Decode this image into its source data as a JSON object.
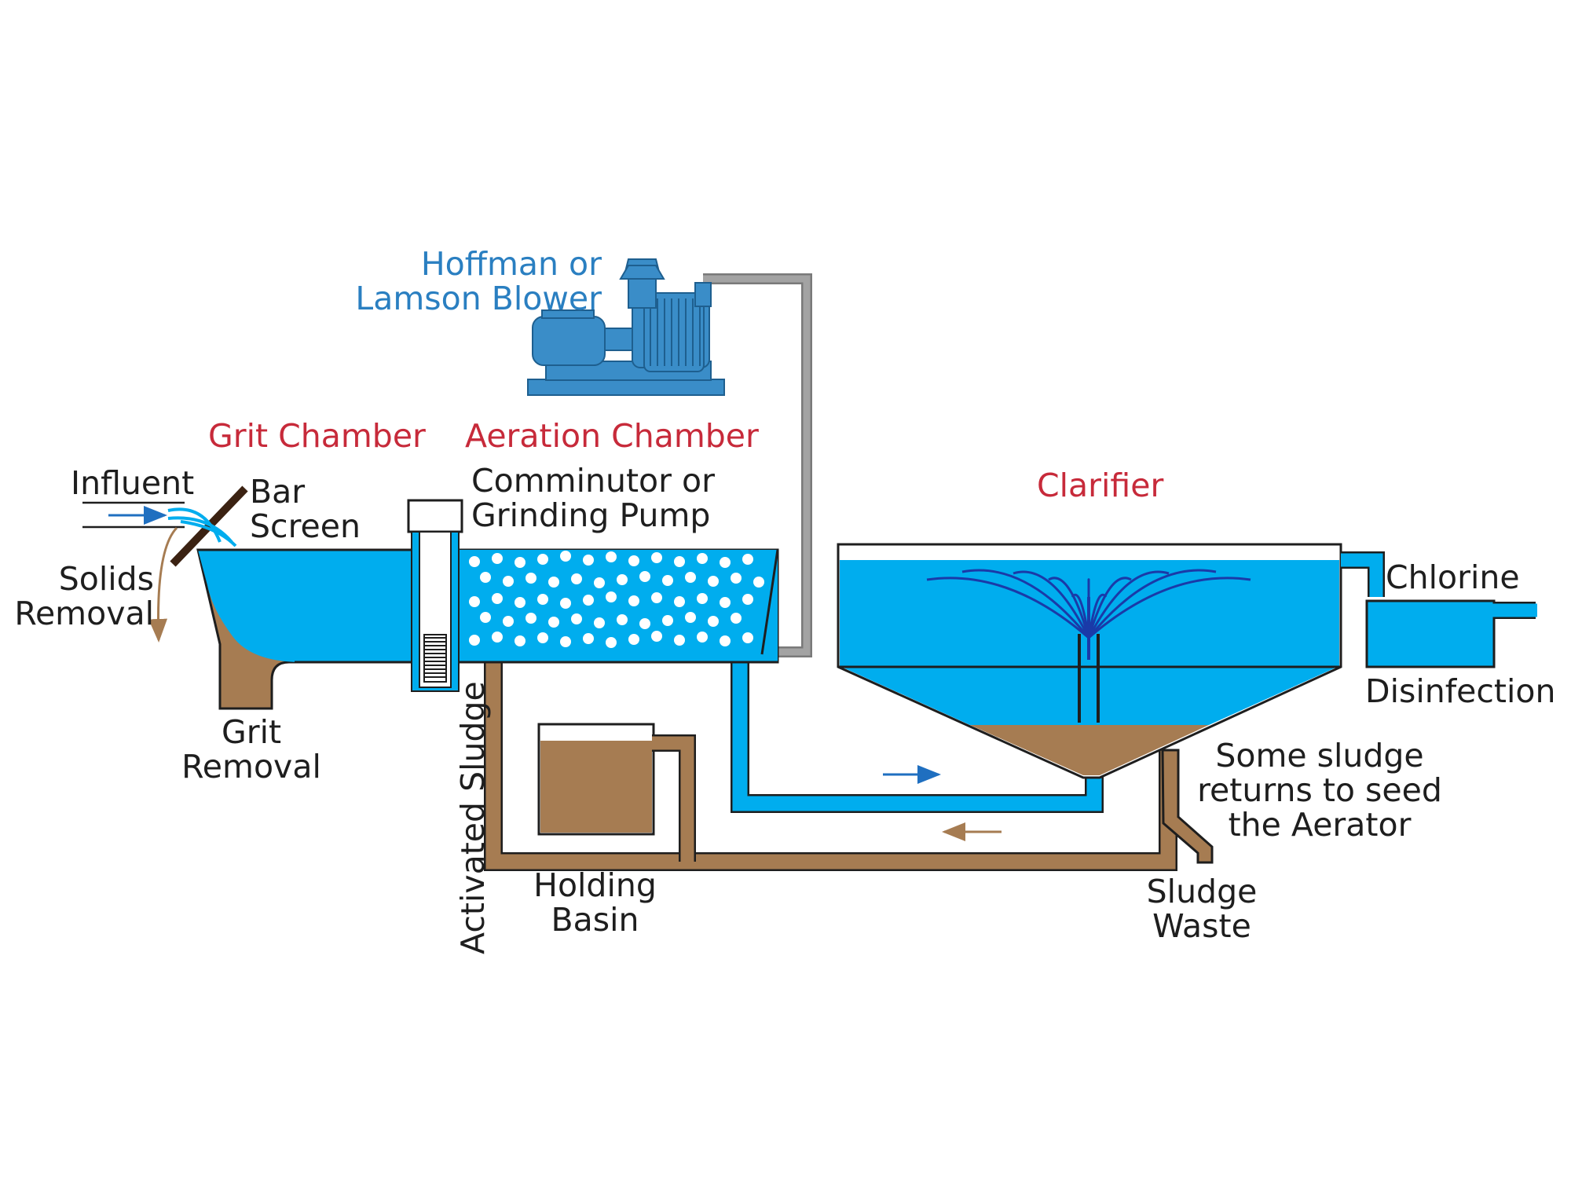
{
  "labels": {
    "blower": "Hoffman or\nLamson Blower",
    "grit_chamber": "Grit Chamber",
    "aeration_chamber": "Aeration Chamber",
    "clarifier": "Clarifier",
    "influent": "Influent",
    "bar_screen": "Bar\nScreen",
    "comminutor": "Comminutor or\nGrinding Pump",
    "solids_removal": "Solids\nRemoval",
    "grit_removal": "Grit\nRemoval",
    "activated_sludge": "Activated Sludge",
    "holding_basin": "Holding\nBasin",
    "chlorine": "Chlorine",
    "disinfection": "Disinfection",
    "some_sludge": "Some sludge\nreturns to seed\nthe Aerator",
    "sludge_waste": "Sludge\nWaste"
  },
  "colors": {
    "water": "#00adee",
    "sludge": "#a67c52",
    "pipe_gray": "#a3a3a3",
    "equipment": "#3a8dc8",
    "section_title": "#c72a3a",
    "blower_label": "#2a7fc1",
    "text": "#1e1e1e",
    "flow_arrow": "#1f6fc0",
    "bubbles": "#ffffff"
  }
}
